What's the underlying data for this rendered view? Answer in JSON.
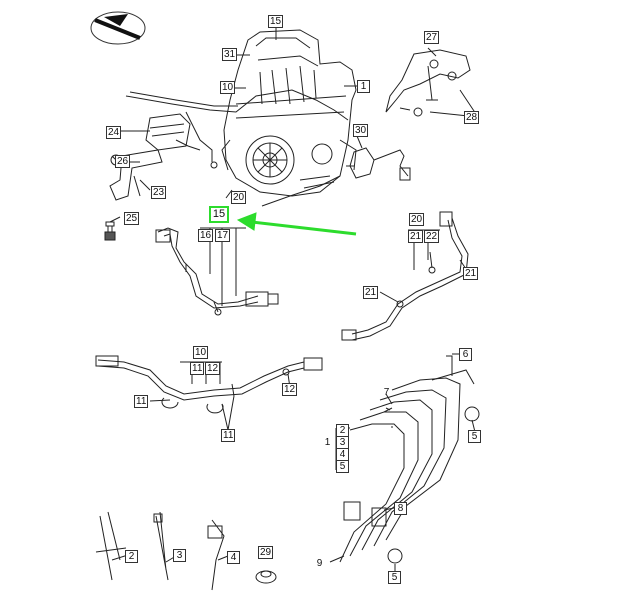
{
  "labels": {
    "l1": "1",
    "l2": "2",
    "l3": "3",
    "l4": "4",
    "l5": "5",
    "l6": "6",
    "l7": "7",
    "l8": "8",
    "l9": "9",
    "l10": "10",
    "l11": "11",
    "l12": "12",
    "l15": "15",
    "l16": "16",
    "l17": "17",
    "l20": "20",
    "l21": "21",
    "l22": "22",
    "l23": "23",
    "l24": "24",
    "l25": "25",
    "l26": "26",
    "l27": "27",
    "l28": "28",
    "l29": "29",
    "l30": "30",
    "l31": "31"
  },
  "highlight": {
    "label": "15",
    "color": "#2ddc2d"
  },
  "colors": {
    "line": "#222222",
    "highlight": "#2ddc2d"
  }
}
